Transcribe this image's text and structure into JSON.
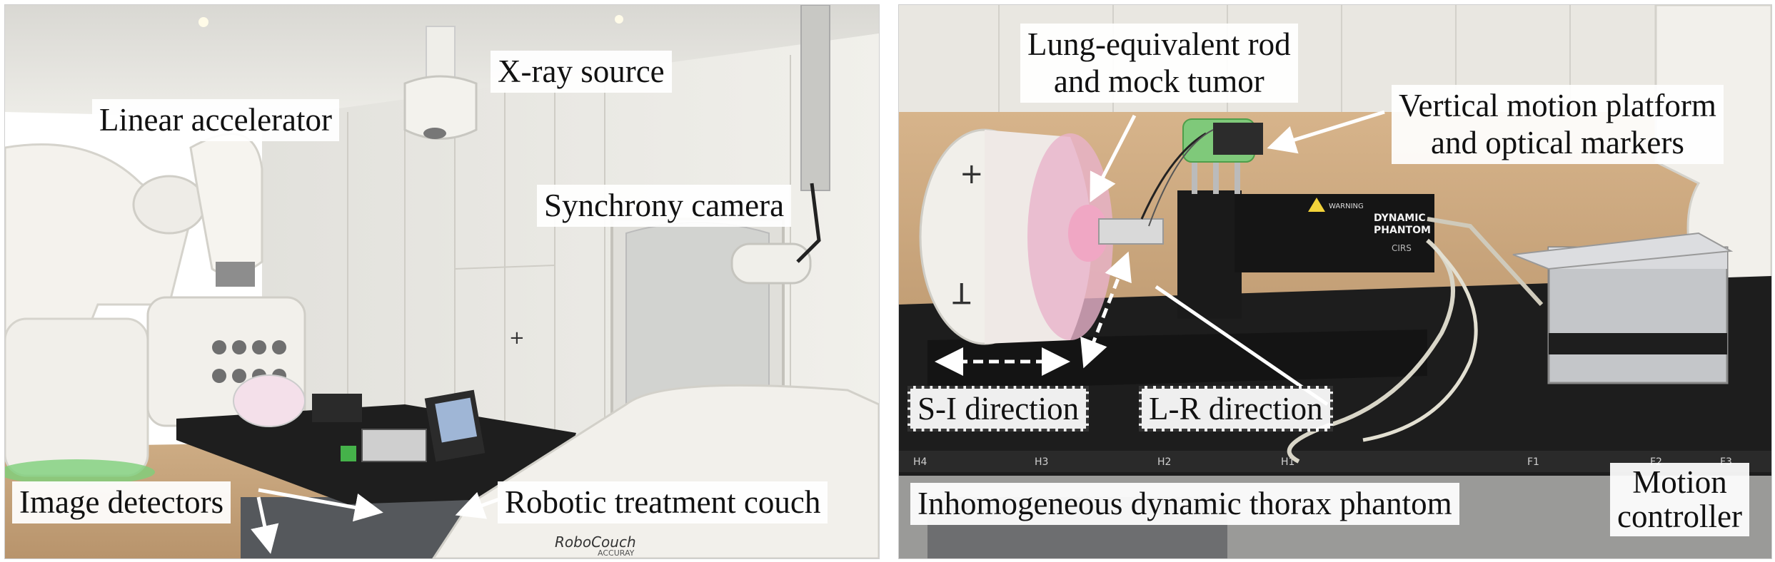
{
  "left_panel": {
    "labels": {
      "linear_accelerator": "Linear accelerator",
      "xray_source": "X-ray source",
      "synchrony_camera": "Synchrony camera",
      "image_detectors": "Image detectors",
      "robotic_couch": "Robotic treatment couch"
    },
    "couch_brand": "RoboCouch",
    "couch_brand_sub": "ACCURAY"
  },
  "right_panel": {
    "labels": {
      "rod_line1": "Lung-equivalent rod",
      "rod_line2": "and mock tumor",
      "platform_line1": "Vertical motion platform",
      "platform_line2": "and optical markers",
      "si_direction": "S-I direction",
      "lr_direction": "L-R direction",
      "phantom": "Inhomogeneous dynamic thorax phantom",
      "motion_line1": "Motion",
      "motion_line2": "controller"
    },
    "device_brand_line1": "DYNAMIC",
    "device_brand_line2": "PHANTOM",
    "device_maker": "CIRS",
    "warning_text": "WARNING",
    "rail_marks": [
      "H4",
      "H3",
      "H2",
      "H1",
      "F1",
      "F2",
      "F3"
    ]
  },
  "colors": {
    "wall": "#ecebe6",
    "floor": "#c9a882",
    "machine": "#f3f1ec",
    "dark": "#1c1c1c",
    "pink": "#e9a9c4",
    "green": "#7fc97a"
  }
}
